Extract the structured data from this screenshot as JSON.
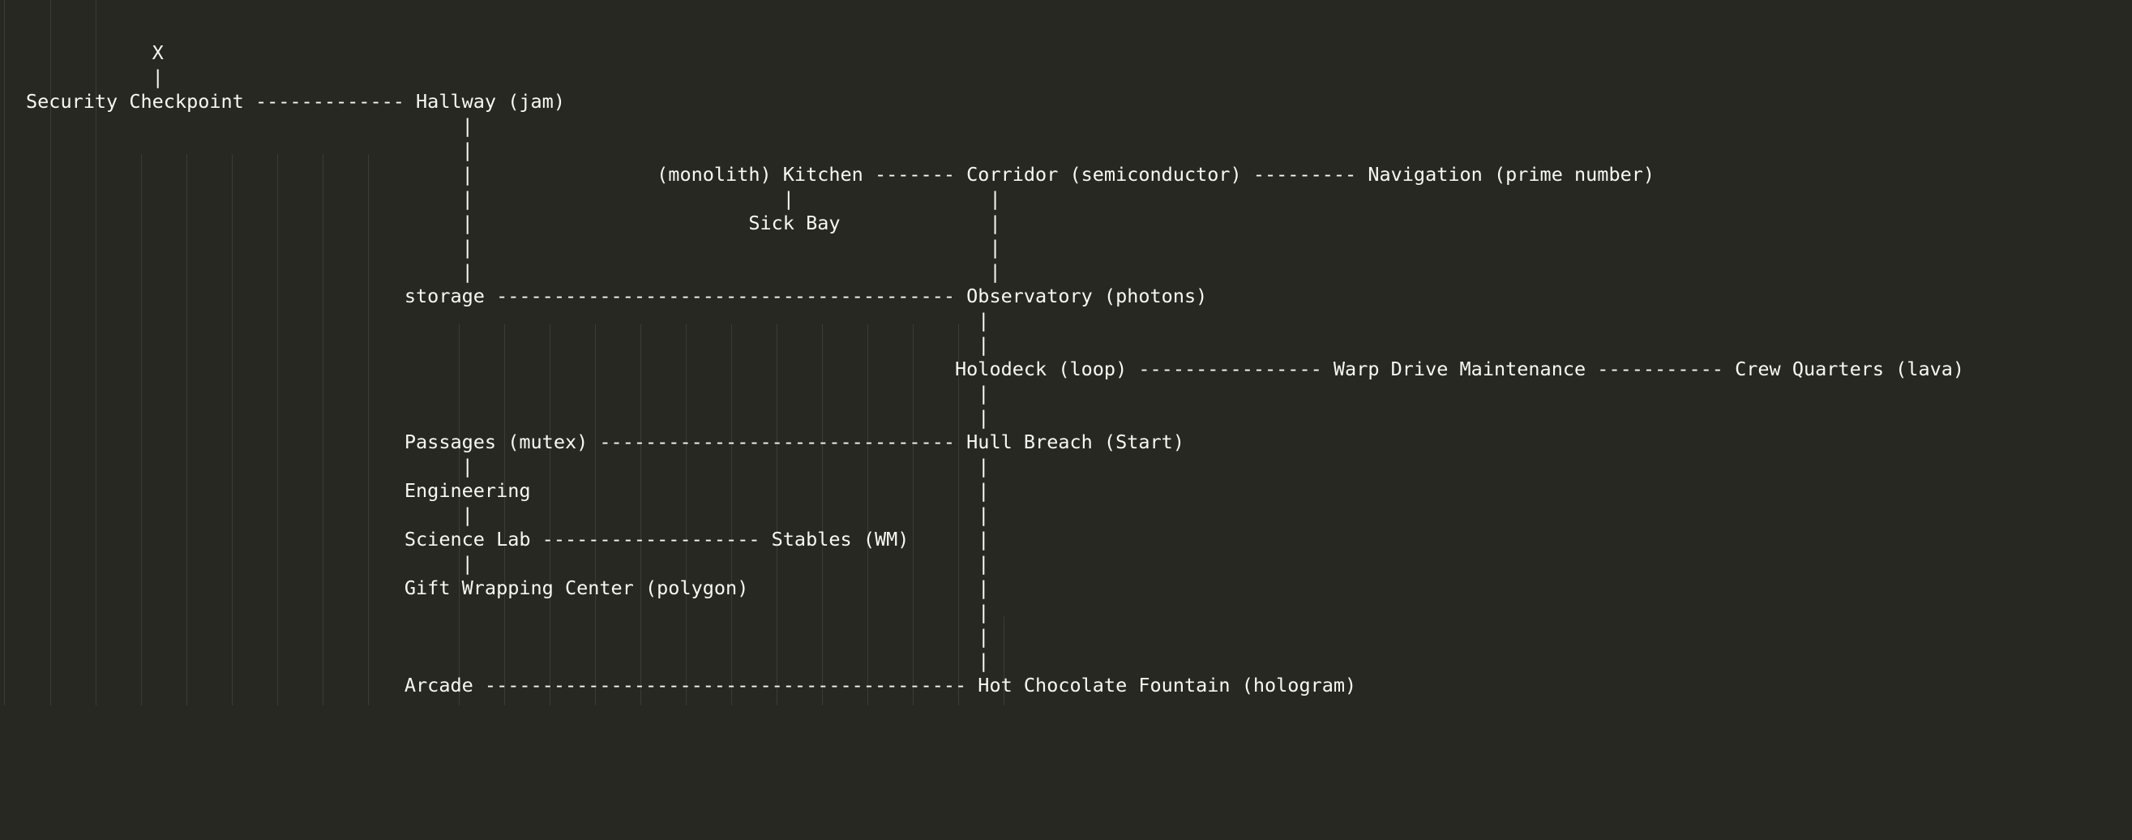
{
  "editor": {
    "background_color": "#272822",
    "text_color": "#f8f8f2",
    "indent_guide_color": "#3b3c35",
    "lines": [
      "           X",
      "           |",
      "Security Checkpoint ------------- Hallway (jam)",
      "                                      |",
      "                                      |",
      "                                      |                (monolith) Kitchen ------- Corridor (semiconductor) --------- Navigation (prime number)",
      "                                      |                           |                 |",
      "                                      |                        Sick Bay             |",
      "                                      |                                             |",
      "                                      |                                             |",
      "                                 storage ---------------------------------------- Observatory (photons)",
      "                                                                                   |",
      "                                                                                   |",
      "                                                                                 Holodeck (loop) ---------------- Warp Drive Maintenance ----------- Crew Quarters (lava)",
      "                                                                                   |",
      "                                                                                   |",
      "                                 Passages (mutex) ------------------------------- Hull Breach (Start)",
      "                                      |                                            |",
      "                                 Engineering                                       |",
      "                                      |                                            |",
      "                                 Science Lab ------------------- Stables (WM)      |",
      "                                      |                                            |",
      "                                 Gift Wrapping Center (polygon)                    |",
      "                                                                                   |",
      "                                                                                   |",
      "                                                                                   |",
      "                                 Arcade ------------------------------------------ Hot Chocolate Fountain (hologram)"
    ]
  }
}
